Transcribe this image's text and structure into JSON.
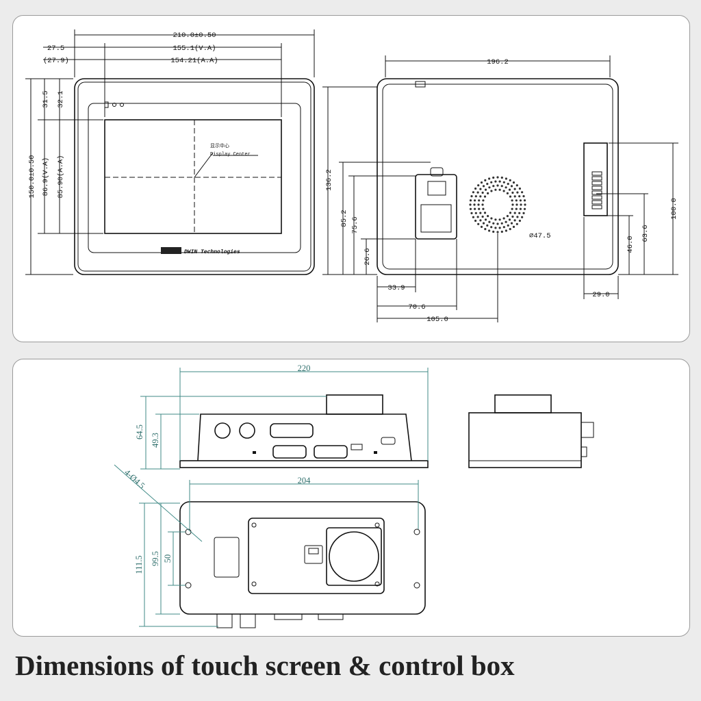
{
  "caption": "Dimensions of touch screen & control box",
  "front": {
    "width_total": "210.0±0.50",
    "va_width": "155.1(V.A)",
    "aa_width": "154.21(A.A)",
    "left_offset": "27.5",
    "left_offset_aa": "(27.9)",
    "height_total": "150.0±0.50",
    "va_height": "86.9(V.A)",
    "aa_height": "85.90(A.A)",
    "top_offset": "31.5",
    "top_offset_aa": "32.1",
    "center_label_cn": "显示中心",
    "center_label_en": "Display Center",
    "brand": "DWIN Technologies"
  },
  "rear": {
    "width": "196.2",
    "height": "136.2",
    "h_85_2": "85.2",
    "h_75_6": "75.6",
    "h_26_6": "26.6",
    "w_33_9": "33.9",
    "w_70_6": "70.6",
    "w_105": "105.0",
    "speaker_dia": "⌀47.5",
    "h_100": "100.0",
    "h_63_6": "63.6",
    "h_46": "46.0",
    "w_29": "29.0"
  },
  "box": {
    "top_width": "220",
    "height_64_5": "64.5",
    "height_49_3": "49.3",
    "holes": "4-Ø4.5",
    "base_width": "204",
    "depth_111_5": "111.5",
    "depth_99_5": "99.5",
    "depth_50": "50"
  },
  "colors": {
    "line": "#111111",
    "dimension_teal": "#3f8a86",
    "panel_border": "#9a9a9a"
  }
}
